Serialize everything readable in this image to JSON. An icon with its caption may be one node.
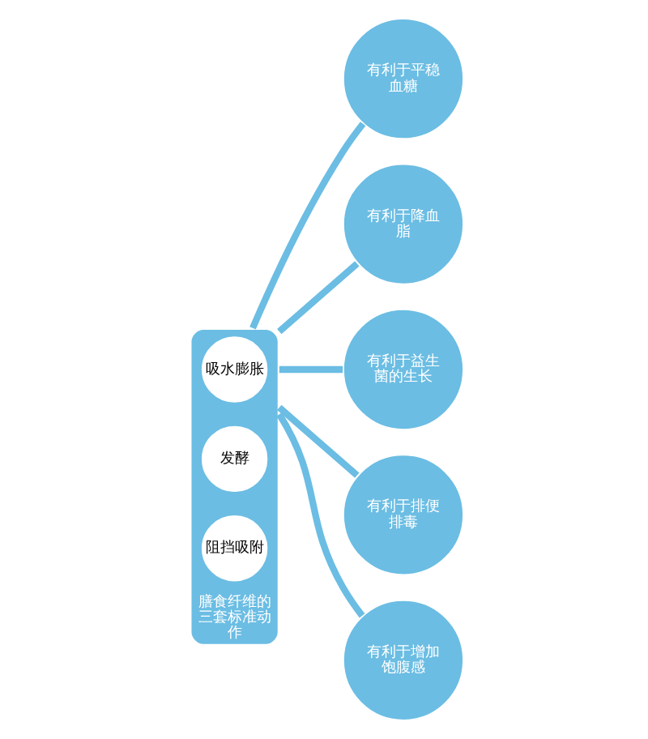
{
  "diagram": {
    "nodes": [
      {
        "text": [
          "膳食纤维的三套标准动作"
        ]
      },
      {
        "text": [
          "吸水膨胀"
        ],
        "in": 0
      },
      {
        "text": [
          "发酵"
        ],
        "in": 0
      },
      {
        "text": [
          "阻挡吸附"
        ],
        "in": 0
      },
      {
        "text": [
          "有利于平稳血糖"
        ]
      },
      {
        "text": [
          "有利于降血脂"
        ]
      },
      {
        "text": [
          "有利于益生菌的生长"
        ]
      },
      {
        "text": [
          "有利于排便排毒"
        ]
      },
      {
        "text": [
          "有利于增加饱腹感"
        ]
      }
    ],
    "edges": [
      {
        "from": 0,
        "to": 4,
        "arrow": "none"
      },
      {
        "from": 0,
        "to": 5,
        "arrow": "none"
      },
      {
        "from": 0,
        "to": 6,
        "arrow": "none"
      },
      {
        "from": 0,
        "to": 7,
        "arrow": "none"
      },
      {
        "from": 0,
        "to": 8,
        "arrow": "none"
      }
    ]
  }
}
